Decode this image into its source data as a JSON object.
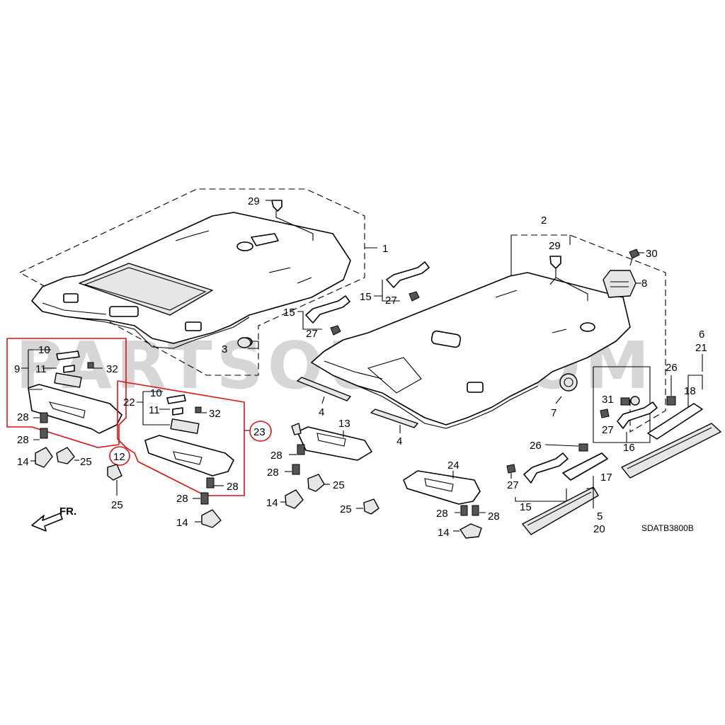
{
  "watermark": "PARTSOUQ.COM",
  "diagram_code": "SDATB3800B",
  "direction_label": "FR.",
  "highlighted_callouts": [
    "12",
    "23"
  ],
  "callouts": {
    "c1": "1",
    "c2": "2",
    "c3": "3",
    "c4a": "4",
    "c4b": "4",
    "c5": "5",
    "c6": "6",
    "c7": "7",
    "c8": "8",
    "c9": "9",
    "c10a": "10",
    "c10b": "10",
    "c11a": "11",
    "c11b": "11",
    "c12": "12",
    "c13": "13",
    "c14a": "14",
    "c14b": "14",
    "c14c": "14",
    "c14d": "14",
    "c15a": "15",
    "c15b": "15",
    "c15c": "15",
    "c16": "16",
    "c17": "17",
    "c18": "18",
    "c20": "20",
    "c21": "21",
    "c22": "22",
    "c23": "23",
    "c24": "24",
    "c25a": "25",
    "c25b": "25",
    "c25c": "25",
    "c25d": "25",
    "c26a": "26",
    "c26b": "26",
    "c27a": "27",
    "c27b": "27",
    "c27c": "27",
    "c27d": "27",
    "c28a": "28",
    "c28b": "28",
    "c28c": "28",
    "c28d": "28",
    "c28e": "28",
    "c28f": "28",
    "c28g": "28",
    "c28h": "28",
    "c29a": "29",
    "c29b": "29",
    "c30": "30",
    "c31": "31",
    "c32a": "32",
    "c32b": "32"
  }
}
